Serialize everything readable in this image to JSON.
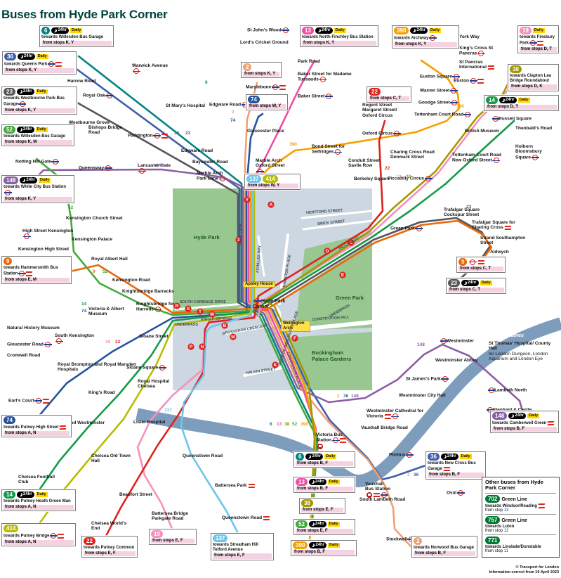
{
  "title": "Buses from Hyde Park Corner",
  "badges": {
    "h24": "24hr",
    "daily": "Daily"
  },
  "colors": {
    "title": "#00423c",
    "r2": "#f0a173",
    "r6": "#008480",
    "r9": "#e8690b",
    "r13": "#ee4fa4",
    "r14": "#159a48",
    "r19": "#f491bd",
    "r22": "#dc241f",
    "r23": "#56565a",
    "r36": "#3f5eab",
    "r38": "#a39700",
    "r52": "#44a93c",
    "r74": "#27549d",
    "r137": "#6fc5e9",
    "r148": "#8a5fa5",
    "r390": "#f6a000",
    "r414": "#b6bd00",
    "park": "#98c78f",
    "water": "#7e9dbc",
    "mapbg": "#ccd7e2",
    "road": "#ffffff",
    "stopdot": "#dc241f",
    "greenline": "#007a33",
    "stopnum": "#1c3f94"
  },
  "tb": [
    {
      "n": "6",
      "to": "towards Willesden Bus Garage",
      "from": "from stops K, Y",
      "h24": true,
      "daily": true
    },
    {
      "n": "36",
      "to": "towards Queens Park",
      "from": "from stops K, Y",
      "h24": true,
      "daily": true
    },
    {
      "n": "23",
      "to": "towards Westbourne Park Bus Garage",
      "from": "from stops K, Y",
      "h24": true,
      "daily": true
    },
    {
      "n": "52",
      "to": "towards Willesden Bus Garage",
      "from": "from stops K, M",
      "h24": true,
      "daily": true
    },
    {
      "n": "148",
      "to": "towards White City Bus Station",
      "from": "from stops K, Y",
      "h24": true,
      "daily": true
    },
    {
      "n": "13",
      "to": "towards North Finchley Bus Station",
      "from": "from stops K, Y",
      "h24": true,
      "daily": true
    },
    {
      "n": "390",
      "to": "towards Archway",
      "from": "from stops K, Y",
      "h24": true,
      "daily": true
    },
    {
      "n": "19",
      "to": "towards Finsbury Park",
      "from": "from stops D, T",
      "daily": true
    },
    {
      "n": "38",
      "to": "towards Clapton Lea Bridge Roundabout",
      "from": "from stops D, K"
    },
    {
      "n": "14",
      "from": "from stops D, T",
      "h24": true,
      "daily": true
    },
    {
      "n": "2",
      "from": "from stops K, Y"
    },
    {
      "n": "74",
      "from": "from stops W, Y"
    },
    {
      "n": "22",
      "from": "from stops C, T"
    },
    {
      "n": "137",
      "n2": "414",
      "from": "from stops W, Y"
    },
    {
      "n": "9",
      "from": "from stops C, T"
    },
    {
      "n": "23",
      "from": "from stops C, T",
      "h24": true,
      "daily": true
    },
    {
      "n": "9",
      "to": "towards Hammersmith Bus Station",
      "from": "from stops E, M"
    },
    {
      "n": "74",
      "to": "towards Putney High Street",
      "from": "from stops A, N"
    },
    {
      "n": "14",
      "to": "towards Putney Heath Green Man",
      "from": "from stops A, N",
      "h24": true,
      "daily": true
    },
    {
      "n": "414",
      "to": "towards Putney Bridge",
      "from": "from stops A, N"
    },
    {
      "n": "22",
      "to": "towards Putney Common",
      "from": "from stops E, F"
    },
    {
      "n": "19",
      "from": "from stops E, F"
    },
    {
      "n": "137",
      "to": "towards Streatham Hill Telford Avenue",
      "from": "from stops E, F"
    },
    {
      "n": "6",
      "from": "from stops B, F",
      "h24": true,
      "daily": true
    },
    {
      "n": "13",
      "from": "from stops B, F",
      "h24": true,
      "daily": true
    },
    {
      "n": "38",
      "from": "from stops E, F"
    },
    {
      "n": "52",
      "from": "from stops E, F",
      "h24": true,
      "daily": true
    },
    {
      "n": "390",
      "from": "from stops B, F",
      "h24": true,
      "daily": true
    },
    {
      "n": "36",
      "to": "towards New Cross Bus Garage",
      "from": "from stops B, F",
      "h24": true,
      "daily": true
    },
    {
      "n": "148",
      "to": "towards Camberwell Green",
      "from": "from stops B, F",
      "h24": true,
      "daily": true
    },
    {
      "n": "2",
      "to": "towards Norwood Bus Garage",
      "from": "from stops B, F"
    }
  ],
  "labels": [
    "St John's Wood",
    "Lord's Cricket Ground",
    "Park Road",
    "Marylebone",
    "Baker Street for Madame Tussauds",
    "Baker Street",
    "Gloucester Place",
    "Harrow Road",
    "Royal Oak",
    "Warwick Avenue",
    "St Mary's Hospital",
    "Edgware Road",
    "Westbourne Grove",
    "Bishops Bridge Road",
    "Paddington",
    "Edgware Road",
    "Bayswater Road",
    "Marble Arch Park Lane",
    "Notting Hill Gate",
    "Queensway",
    "Lancaster Gate",
    "Kensington Church Street",
    "High Street Kensington",
    "Kensington Palace",
    "Kensington High Street",
    "Royal Albert Hall",
    "Kensington Road",
    "Knightsbridge Barracks",
    "Knightsbridge for Harrods",
    "Victoria & Albert Museum",
    "Natural History Museum",
    "South Kensington",
    "Gloucester Road",
    "Cromwell Road",
    "Royal Brompton and Royal Marsden Hospitals",
    "Sloane Street",
    "Sloane Square",
    "Royal Hospital Chelsea",
    "King's Road",
    "Earl's Court",
    "Chelsea and Westminster Hospital",
    "Lister Hospital",
    "Chelsea Old Town Hall",
    "Queenstown Road",
    "Chelsea Football Club",
    "Chelsea World's End",
    "Beaufort Street",
    "Battersea Park",
    "Battersea Bridge Parkgate Road",
    "Queenstown Road",
    "York Way",
    "King's Cross St Pancras",
    "St Pancras International",
    "Euston Square",
    "Euston",
    "Warren Street",
    "Goodge Street",
    "Tottenham Court Road",
    "Regent Street Margaret Street/ Oxford Circus",
    "Oxford Circus",
    "British Museum",
    "Russell Square",
    "Theobald's Road",
    "Holborn Bloomsbury Square",
    "Charing Cross Road Denmark Street",
    "Tottenham Court Road New Oxford Street",
    "Bond Street for Selfridges",
    "Conduit Street Savile Row",
    "Marble Arch Oxford Street",
    "Berkeley Square",
    "Piccadilly Circus",
    "Green Park",
    "Trafalgar Square Cockspur Street",
    "Trafalgar Square for Charing Cross",
    "Strand Southampton Street",
    "Aldwych",
    "Westminster",
    "St Thomas' Hospital/ County Hall",
    "for London Dungeon, London Aquarium and London Eye",
    "Westminster Abbey",
    "St James's Park",
    "Lambeth North",
    "Westminster City Hall",
    "Elephant & Castle",
    "Westminster Cathedral for Victoria",
    "Vauxhall Bridge Road",
    "Victoria Bus Station",
    "Pimlico",
    "Vauxhall Bus Station",
    "Oval",
    "South Lambeth Road",
    "Stockwell",
    "River Thames",
    "Hyde Park",
    "Green Park",
    "Buckingham Palace Gardens",
    "Apsley House",
    "Wellington Arch",
    "Hyde Park Corner"
  ],
  "streets": [
    "PARK LANE",
    "ACHILLES WAY",
    "HERTFORD STREET",
    "BRICK STREET",
    "HAMILTON PLACE",
    "PICCADILLY",
    "SOUTH CARRIAGE DRIVE",
    "UNDERPASS",
    "KNIGHTSBRIDGE",
    "GROSVENOR CRESCENT",
    "DUKE OF WELLINGTON PLACE",
    "CONSTITUTION HILL",
    "GROSVENOR PLACE",
    "HALKIN STREET"
  ],
  "markers": [
    "6",
    "36",
    "23",
    "148",
    "52",
    "2",
    "74",
    "13",
    "390",
    "390",
    "22",
    "19",
    "38",
    "23",
    "9",
    "52",
    "14",
    "74",
    "19",
    "22",
    "137",
    "6",
    "13",
    "38",
    "52",
    "390",
    "2",
    "36",
    "148",
    "2",
    "36",
    "148"
  ],
  "stops": [
    "Y",
    "A",
    "X",
    "C",
    "D",
    "E",
    "R",
    "S",
    "T",
    "W",
    "B",
    "M",
    "P",
    "N",
    "F",
    "K"
  ],
  "other_buses": {
    "title": "Other buses from Hyde Park Corner",
    "rows": [
      {
        "n": "702",
        "brand": "Green Line",
        "to": "towards Windsor/Reading",
        "from": "from stop",
        "stop": "13"
      },
      {
        "n": "757",
        "brand": "Green Line",
        "to": "towards Luton",
        "from": "from stop",
        "stop": "12"
      },
      {
        "n": "771",
        "brand": "",
        "to": "towards Linslade/Dunstable",
        "from": "from stop",
        "stop": "11"
      }
    ]
  },
  "footer": {
    "line1": "© Transport for London",
    "line2": "Information correct from 19 April 2023"
  }
}
